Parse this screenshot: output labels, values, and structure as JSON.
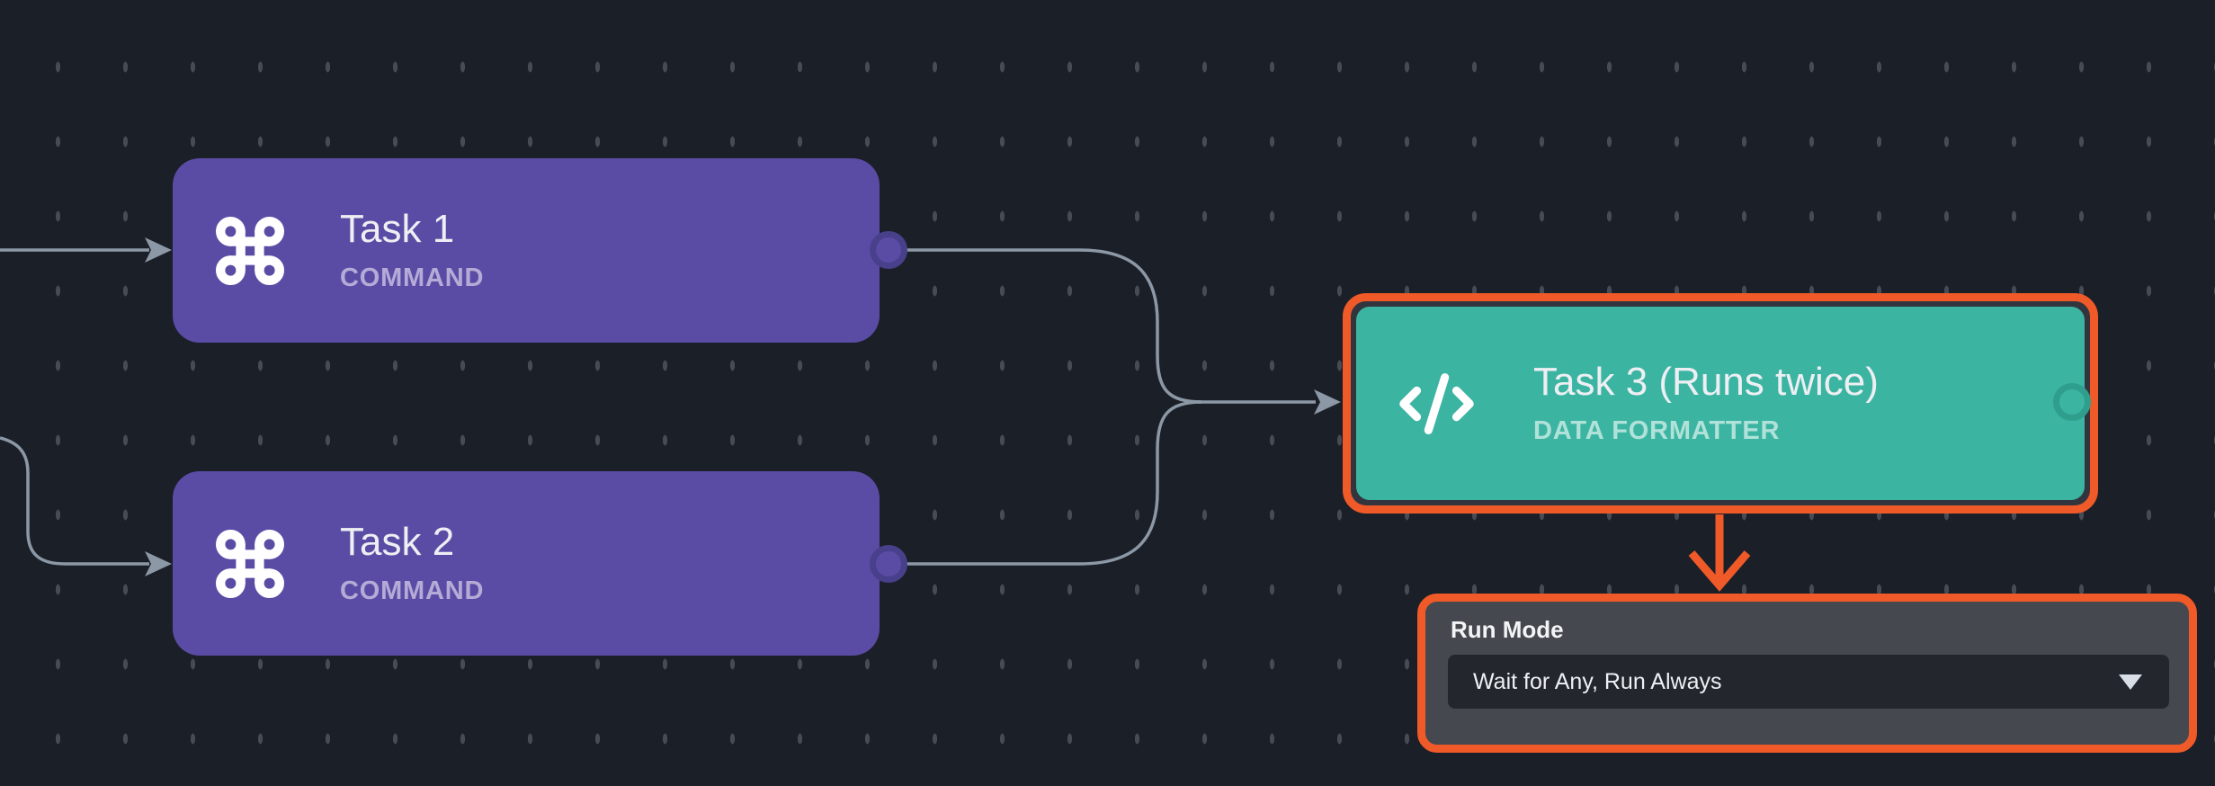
{
  "canvas": {
    "type": "workflow-editor-canvas",
    "background_color": "#1b1f28",
    "grid_dash_color": "#474b55",
    "edge_color": "#8c98a5",
    "selection_color": "#f05a28"
  },
  "nodes": [
    {
      "id": "task1",
      "title": "Task 1",
      "subtitle": "COMMAND",
      "icon": "command-icon",
      "color": "#5a4ca5",
      "selected": false
    },
    {
      "id": "task2",
      "title": "Task 2",
      "subtitle": "COMMAND",
      "icon": "command-icon",
      "color": "#5a4ca5",
      "selected": false
    },
    {
      "id": "task3",
      "title": "Task 3 (Runs twice)",
      "subtitle": "DATA FORMATTER",
      "icon": "code-icon",
      "color": "#3cb4a2",
      "selected": true
    }
  ],
  "edges": [
    {
      "from": "offscreen-left",
      "to": "task1"
    },
    {
      "from": "offscreen-left",
      "to": "task2"
    },
    {
      "from": "task1",
      "to": "task3"
    },
    {
      "from": "task2",
      "to": "task3"
    }
  ],
  "run_mode_panel": {
    "label": "Run Mode",
    "dropdown_value": "Wait for Any, Run Always",
    "points_to": "task3"
  }
}
